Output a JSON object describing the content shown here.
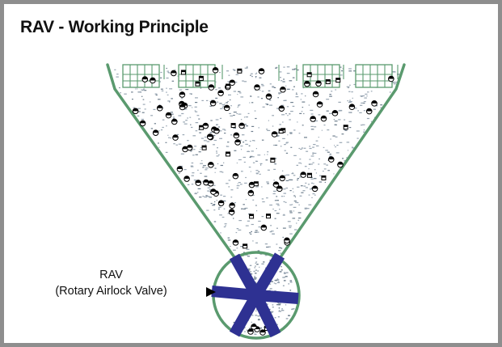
{
  "title": "RAV - Working Principle",
  "rav_label": {
    "line1": "RAV",
    "line2": "(Rotary Airlock Valve)"
  },
  "colors": {
    "hopper_outline": "#5a9a6e",
    "rotor": "#2e3192",
    "frame_border": "#8e8e8e",
    "particles": "#000000",
    "powder": "#9aa7b4"
  },
  "icons": {
    "pointer": "triangle-arrow-icon",
    "filter_bags": "filter-bag-icon"
  }
}
